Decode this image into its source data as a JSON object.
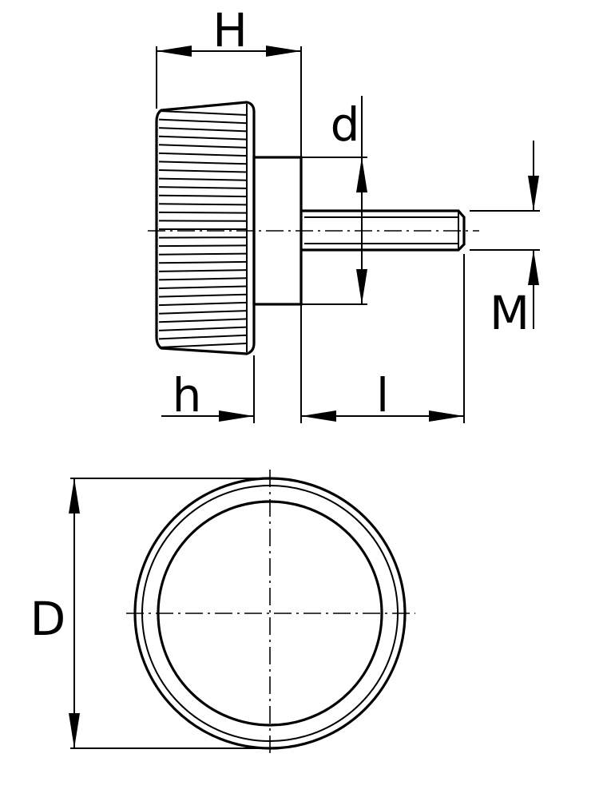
{
  "labels": {
    "H": "H",
    "d": "d",
    "M": "M",
    "h": "h",
    "l": "l",
    "D": "D"
  },
  "knurl_line_count": 29
}
